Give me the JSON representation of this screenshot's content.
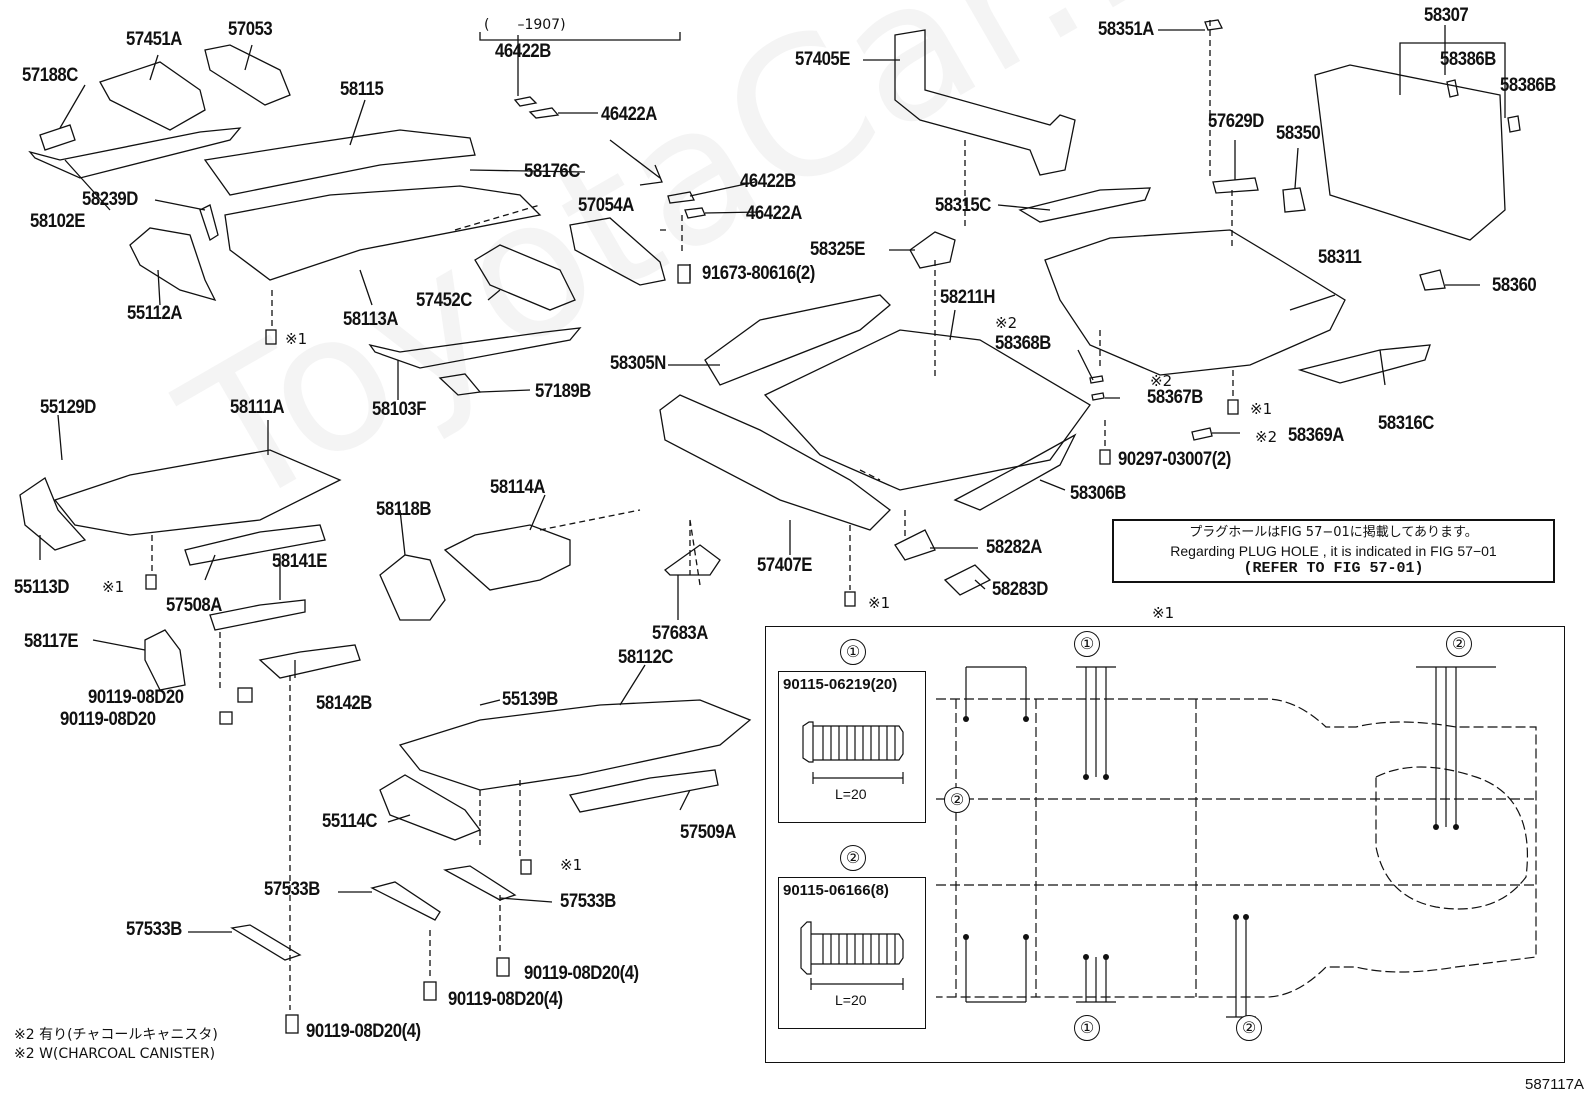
{
  "watermark": "ToyotaCar...",
  "date_note": "(　　–1907)",
  "labels": {
    "p57451A": "57451A",
    "p57053": "57053",
    "p57188C": "57188C",
    "p58115": "58115",
    "p58102E": "58102E",
    "p58239D": "58239D",
    "p58176C": "58176C",
    "p55112A": "55112A",
    "p58113A": "58113A",
    "p46422B_top": "46422B",
    "p46422A_top": "46422A",
    "p46422B": "46422B",
    "p46422A": "46422A",
    "p57054A": "57054A",
    "p91673": "91673-80616(2)",
    "p57452C": "57452C",
    "p58103F": "58103F",
    "p57189B": "57189B",
    "p57405E": "57405E",
    "p58315C": "58315C",
    "p58325E": "58325E",
    "p58211H": "58211H",
    "p58305N": "58305N",
    "p58351A": "58351A",
    "p57629D": "57629D",
    "p58350": "58350",
    "p58307": "58307",
    "p58386B_a": "58386B",
    "p58386B_b": "58386B",
    "p58311": "58311",
    "p58360": "58360",
    "p58368B": "58368B",
    "p58367B": "58367B",
    "p58369A": "58369A",
    "p58316C": "58316C",
    "p90297": "90297-03007(2)",
    "p58306B": "58306B",
    "p55129D": "55129D",
    "p58111A": "58111A",
    "p55113D": "55113D",
    "p57508A": "57508A",
    "p58141E": "58141E",
    "p58118B": "58118B",
    "p58114A": "58114A",
    "p57407E": "57407E",
    "p58282A": "58282A",
    "p58283D": "58283D",
    "p57683A": "57683A",
    "p58117E": "58117E",
    "p90119_a": "90119-08D20",
    "p90119_b": "90119-08D20",
    "p58142B": "58142B",
    "p58112C": "58112C",
    "p55139B": "55139B",
    "p55114C": "55114C",
    "p57509A": "57509A",
    "p57533B_a": "57533B",
    "p57533B_b": "57533B",
    "p57533B_c": "57533B",
    "p90119_4a": "90119-08D20(4)",
    "p90119_4b": "90119-08D20(4)",
    "p90119_4c": "90119-08D20(4)"
  },
  "marks": {
    "m1": "※1",
    "m2": "※2",
    "m1_label": "※1"
  },
  "note_box": {
    "jp": "プラグホールはFIG 57−01に掲載してあります。",
    "en": "Regarding PLUG HOLE , it is indicated in FIG 57−01",
    "ref": "(REFER TO FIG 57-01)"
  },
  "inset": {
    "title_mark": "※1",
    "circle1": "①",
    "circle2": "②",
    "bolt1": "90115-06219(20)",
    "bolt2": "90115-06166(8)",
    "length1": "L=20",
    "length2": "L=20"
  },
  "footnotes": {
    "line1": "※2 有り(チャコールキャニスタ)",
    "line2": "※2 W(CHARCOAL CANISTER)"
  },
  "figure_code": "587117A"
}
